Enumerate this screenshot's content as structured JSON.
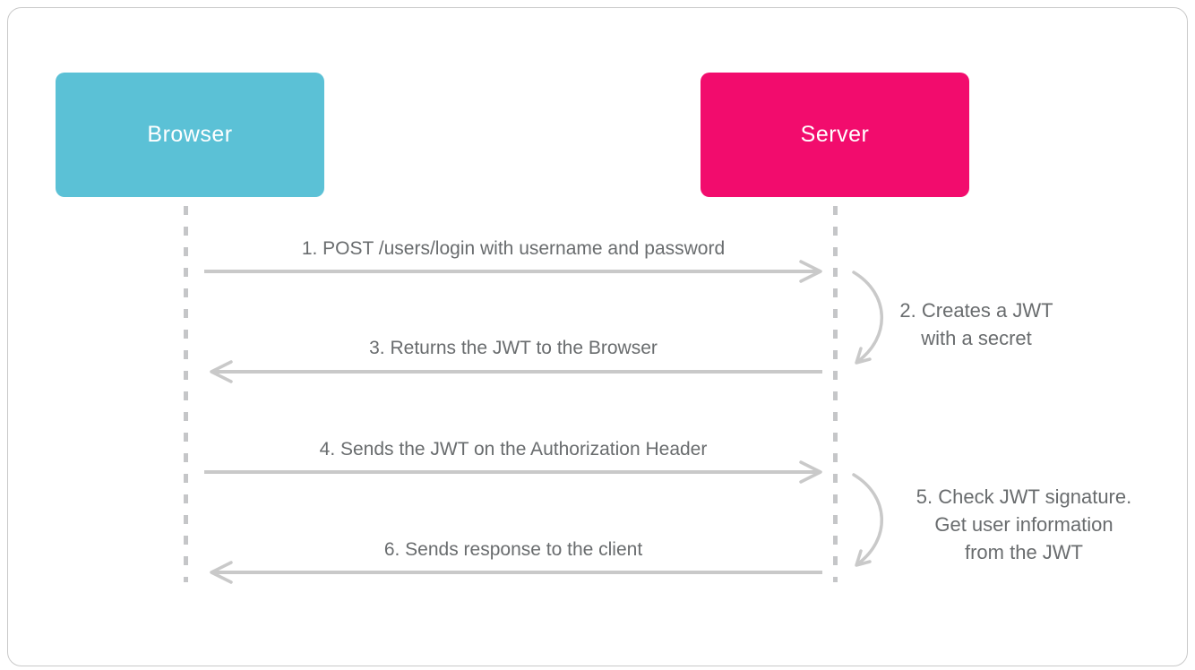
{
  "diagram": {
    "actors": [
      {
        "label": "Browser",
        "color": "#5bc1d6"
      },
      {
        "label": "Server",
        "color": "#f20c6d"
      }
    ],
    "messages": [
      {
        "label": "1. POST /users/login with username and password",
        "from": "Browser",
        "to": "Server",
        "direction": "right"
      },
      {
        "label": "3. Returns the JWT to the Browser",
        "from": "Server",
        "to": "Browser",
        "direction": "left"
      },
      {
        "label": "4. Sends the JWT on the Authorization Header",
        "from": "Browser",
        "to": "Server",
        "direction": "right"
      },
      {
        "label": "6. Sends response to the client",
        "from": "Server",
        "to": "Browser",
        "direction": "left"
      }
    ],
    "self_calls": [
      {
        "actor": "Server",
        "lines": [
          "2. Creates a JWT",
          "with a secret"
        ]
      },
      {
        "actor": "Server",
        "lines": [
          "5. Check JWT signature.",
          "Get user information",
          "from the JWT"
        ]
      }
    ],
    "colors": {
      "browser_box": "#5bc1d6",
      "server_box": "#f20c6d",
      "arrow": "#c9c9c9",
      "lifeline": "#c5c6c8",
      "text": "#696c6e",
      "card_border": "#c9c9c9",
      "background": "#ffffff"
    }
  }
}
